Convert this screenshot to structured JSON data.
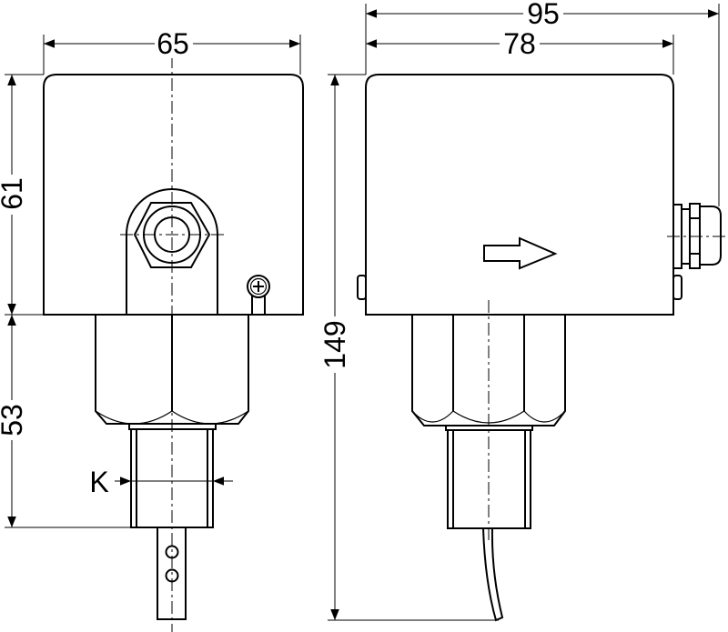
{
  "drawing": {
    "front_view": {
      "width_label": "65",
      "housing_height_label": "61",
      "body_height_label": "53",
      "across_flats_label": "K"
    },
    "side_view": {
      "overall_depth_label": "95",
      "housing_depth_label": "78",
      "overall_height_label": "149"
    },
    "colors": {
      "line": "#000000",
      "background": "#ffffff"
    }
  }
}
